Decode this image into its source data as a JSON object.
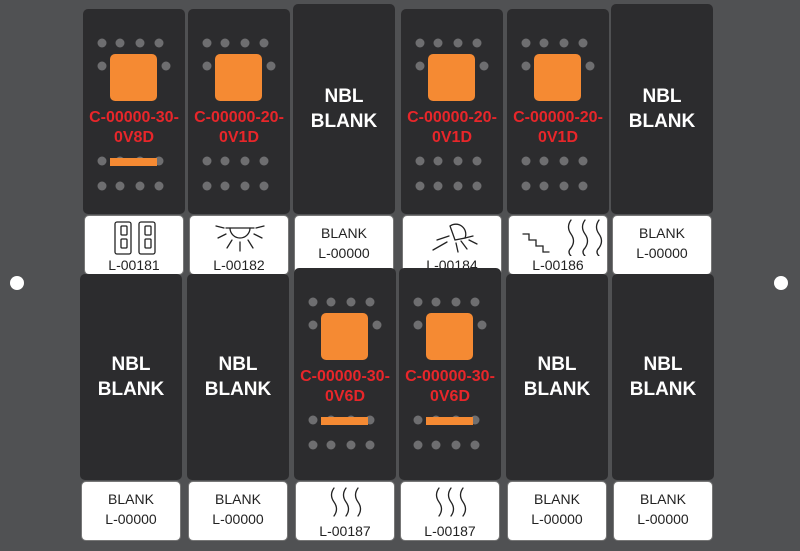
{
  "panel": {
    "title": ""
  },
  "colors": {
    "panel": "#505153",
    "switch": "#2c2c2e",
    "accent": "#f58a33",
    "code": "#e8262a",
    "label_bg": "#ffffff"
  },
  "top_row": [
    {
      "switch": {
        "type": "lit",
        "code_lines": [
          "C-00000-30-",
          "0V8D"
        ],
        "indicator_bar": true
      },
      "label": {
        "icon": "dual-switch-icon",
        "lines": [
          "L-00181"
        ]
      }
    },
    {
      "switch": {
        "type": "lit",
        "code_lines": [
          "C-00000-20-",
          "0V1D"
        ],
        "indicator_bar": false
      },
      "label": {
        "icon": "floodlight-icon",
        "lines": [
          "L-00182"
        ]
      }
    },
    {
      "switch": {
        "type": "blank",
        "text_lines": [
          "NBL",
          "BLANK"
        ]
      },
      "label": {
        "icon": "",
        "lines": [
          "BLANK",
          "L-00000"
        ]
      }
    },
    {
      "switch": {
        "type": "lit",
        "code_lines": [
          "C-00000-20-",
          "0V1D"
        ],
        "indicator_bar": false
      },
      "label": {
        "icon": "spotlight-icon",
        "lines": [
          "L-00184"
        ]
      }
    },
    {
      "switch": {
        "type": "lit",
        "code_lines": [
          "C-00000-20-",
          "0V1D"
        ],
        "indicator_bar": false
      },
      "label": {
        "icon": "step-heater-icon",
        "lines": [
          "L-00186"
        ]
      }
    },
    {
      "switch": {
        "type": "blank",
        "text_lines": [
          "NBL",
          "BLANK"
        ]
      },
      "label": {
        "icon": "",
        "lines": [
          "BLANK",
          "L-00000"
        ]
      }
    }
  ],
  "bottom_row": [
    {
      "switch": {
        "type": "blank",
        "text_lines": [
          "NBL",
          "BLANK"
        ]
      },
      "label": {
        "icon": "",
        "lines": [
          "BLANK",
          "L-00000"
        ]
      }
    },
    {
      "switch": {
        "type": "blank",
        "text_lines": [
          "NBL",
          "BLANK"
        ]
      },
      "label": {
        "icon": "",
        "lines": [
          "BLANK",
          "L-00000"
        ]
      }
    },
    {
      "switch": {
        "type": "lit",
        "code_lines": [
          "C-00000-30-",
          "0V6D"
        ],
        "indicator_bar": true
      },
      "label": {
        "icon": "heat-waves-icon",
        "lines": [
          "L-00187"
        ]
      }
    },
    {
      "switch": {
        "type": "lit",
        "code_lines": [
          "C-00000-30-",
          "0V6D"
        ],
        "indicator_bar": true
      },
      "label": {
        "icon": "heat-waves-icon",
        "lines": [
          "L-00187"
        ]
      }
    },
    {
      "switch": {
        "type": "blank",
        "text_lines": [
          "NBL",
          "BLANK"
        ]
      },
      "label": {
        "icon": "",
        "lines": [
          "BLANK",
          "L-00000"
        ]
      }
    },
    {
      "switch": {
        "type": "blank",
        "text_lines": [
          "NBL",
          "BLANK"
        ]
      },
      "label": {
        "icon": "",
        "lines": [
          "BLANK",
          "L-00000"
        ]
      }
    }
  ]
}
